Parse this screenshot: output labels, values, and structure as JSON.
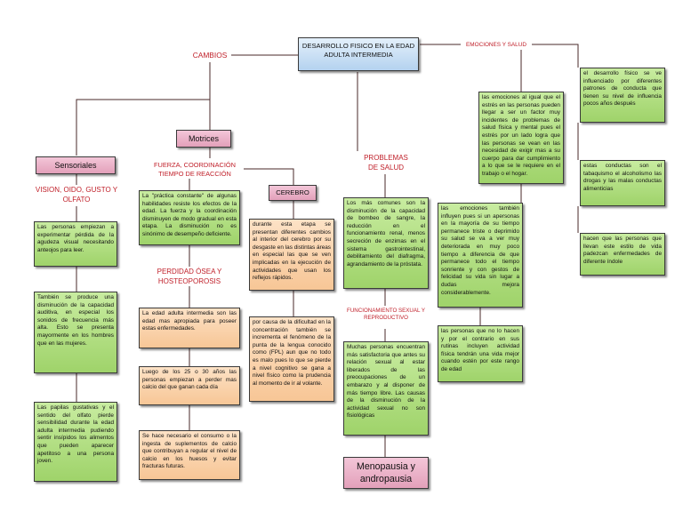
{
  "central": "DESARROLLO FISICO EN LA EDAD ADULTA INTERMEDIA",
  "labels": {
    "cambios": "CAMBIOS",
    "emociones": "EMOCIONES Y SALUD",
    "problemas": "PROBLEMAS DE SALUD",
    "vision": "VISION, OIDO, GUSTO Y OLFATO",
    "fuerza": "FUERZA, COORDINACIÓN TIEMPO DE REACCIÓN",
    "perdida": "PERDIDAD ÓSEA Y HOSTEOPOROSIS",
    "funcionamiento": "FUNCIONAMIENTO SEXUAL Y REPRODUCTIVO"
  },
  "nodes": {
    "motrices": "Motrices",
    "sensoriales": "Sensoriales",
    "cerebro": "CEREBRO",
    "menopausia": "Menopausia y andropausia"
  },
  "texts": {
    "s1": "Las personas empiezan a experimentar pérdida de la agudeza visual necesitando anteojos para leer.",
    "s2": "También se produce una disminución de la capacidad auditiva, en especial los sonidos de frecuencia más alta. Esto se presenta mayormente en los hombres que en las mujeres.",
    "s3": "Las papilas gustativas y el sentido del olfato pierde sensibilidad durante la edad adulta intermedia pudiendo sentir insípidos los alimentos que pueden aparecer apetitoso a una persona joven.",
    "m1": "La \"práctica constante\" de algunas habilidades resiste los efectos de la edad. La fuerza y la coordinación disminuyen de modo gradual en esta etapa. La disminución no es sinónimo de desempeño deficiente.",
    "c1": "durante esta etapa se presentan diferentes cambios al interior del cerebro por su desgaste en las distintas áreas en especial las que se ven implicadas en la ejecución de actividades que usan los reflejos rápidos.",
    "c2": "por causa de la dificultad en la concentración también se incrementa el fenómeno de la punta de la lengua conocido como (FPL) aun que no todo es malo pues lo que se pierde a nivel cognitivo se gana a nivel físico como la prudencia al momento de ir al volante.",
    "o1": "La edad adulta intermedia son las edad mas apropiada para poseer estas enfermedades.",
    "o2": "Luego de los 25 o 30 años las personas empiezan a perder mas calcio del que ganan cada día",
    "o3": "Se hace necesario el consumo o la ingesta de suplementos de calcio que contribuyan a regular el nivel de calcio en los huesos y evitar fracturas futuras.",
    "p1": "Los más comunes son la disminución de la capacidad de bombeo de sangre, la reducción en el funcionamiento renal, menos secreción de enzimas en el sistema gastrointestinal, debilitamiento del diafragma, agrandamiento de la próstata.",
    "f1": "Muchas personas encuentran más satisfactoria que antes su relación sexual al estar liberados de las preocupaciones de un embarazo y al disponer de más tiempo libre. Las causas de la disminución de la actividad sexual no son fisiológicas",
    "e1": "las emociones al igual que el estrés en las personas pueden llegar a ser un factor muy incidentes de problemas de salud física y mental pues el estrés por un lado logra que las personas se vean en las necesidad de exigir mas a su cuerpo para dar cumplimiento a lo que se le requiere en el trabajo o el hogar.",
    "e2": "las emociones también influyen pues si un apersonas en la mayoría de su tiempo permanece triste o deprimido su salud se va a ver muy deteriorada en muy poco tiempo a diferencia de que permanece todo el tiempo sonriente y con gestos de felicidad su vida sin lugar a dudas mejora considerablemente.",
    "e3": "las personas que no lo hacen y por el contrario en sus rutinas incluyen actividad física tendrán una vida mejor cuando estén por este rango de edad",
    "r1": "el desarrollo físico se ve influenciado por diferentes patrones de conducta que tienen su nivel de influencia pocos años después",
    "r2": "estas conductas son el tabaquismo el alcoholismo las drogas y las malas conductas alimenticias",
    "r3": "hacen que las personas que llevan este estilo de vida padezcan enfermedades de diferente índole"
  }
}
